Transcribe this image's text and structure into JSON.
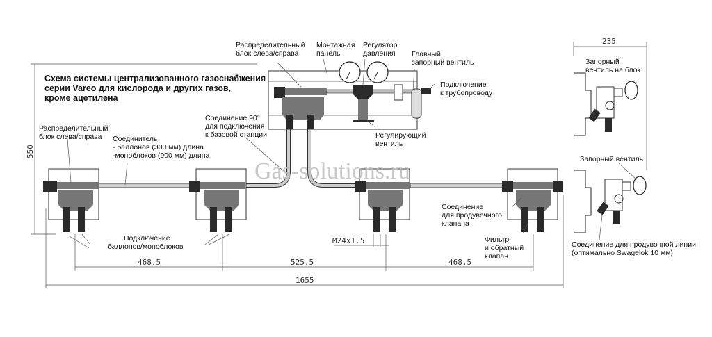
{
  "title": {
    "line1": "Схема системы централизованного газоснабжения",
    "line2": "серии Vareo для  кислорода и других газов,",
    "line3": "кроме ацетилена"
  },
  "labels": {
    "distributor_left": [
      "Распределительный",
      "блок слева/справа"
    ],
    "connector": [
      "Соединитель",
      "- баллонов (300 мм) длина",
      "-моноблоков (900 мм) длина"
    ],
    "elbow": [
      "Соединение 90°",
      "для подключения",
      "к базовой станции"
    ],
    "distributor_top": [
      "Распределительный",
      "блок слева/справа"
    ],
    "mounting_panel": [
      "Монтажная",
      "панель"
    ],
    "pressure_regulator": [
      "Регулятор",
      "давления"
    ],
    "main_valve": [
      "Главный",
      "запорный вентиль"
    ],
    "pipeline_connection": [
      "Подключение",
      "к трубопроводу"
    ],
    "control_valve": [
      "Регулирующий",
      "вентиль"
    ],
    "cylinder_connection": [
      "Подключение",
      "баллонов/моноблоков"
    ],
    "purge_connection": [
      "Соединение",
      "для продувочного",
      "клапана"
    ],
    "filter": [
      "Фильтр",
      "и обратный",
      "клапан"
    ],
    "block_valve": [
      "Запорный",
      "вентиль на блок"
    ],
    "shutoff_valve": "Запорный вентиль",
    "purge_line": [
      "Соединение для продувочной линии",
      "(оптимально Swagelok 10 мм)"
    ]
  },
  "dimensions": {
    "height": "550",
    "span_left": "468.5",
    "span_center": "525.5",
    "span_right": "468.5",
    "total": "1655",
    "thread": "M24x1.5",
    "side_width": "235"
  },
  "watermark": "Gas-solutions.ru"
}
